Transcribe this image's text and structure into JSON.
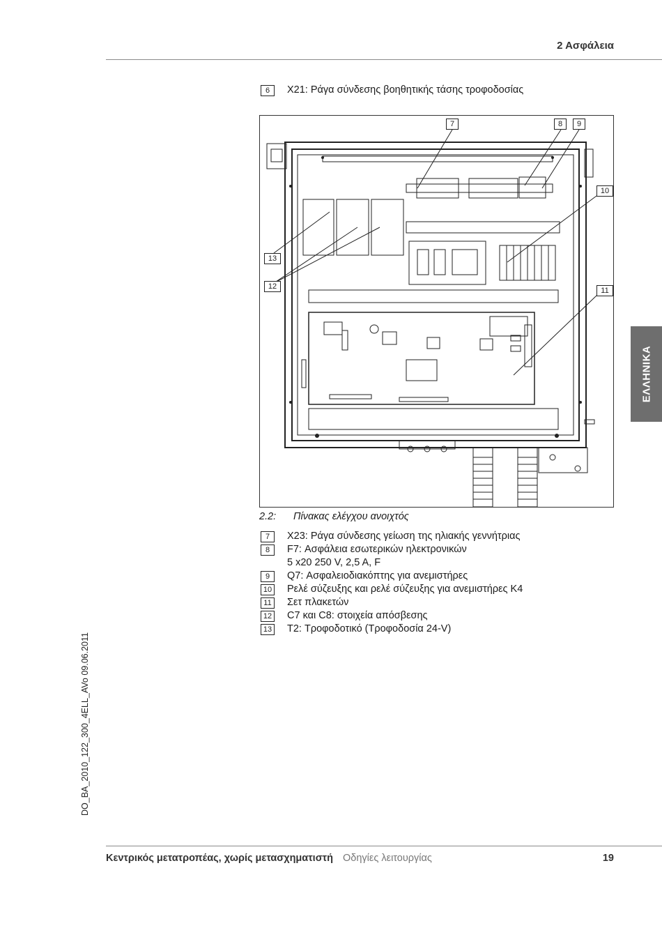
{
  "header": {
    "section": "2 Ασφάλεια"
  },
  "side_tab": {
    "label": "ΕΛΛΗΝΙΚΑ"
  },
  "doc_code": "DO_BA_2010_122_300_4ELL_AVo   09.06.2011",
  "top_item": {
    "num": "6",
    "text": "X21: Ράγα σύνδεσης βοηθητικής τάσης τροφοδοσίας"
  },
  "figure": {
    "labels": [
      "7",
      "8",
      "9",
      "10",
      "11",
      "12",
      "13"
    ],
    "caption_num": "2.2:",
    "caption_text": "Πίνακας ελέγχου ανοιχτός"
  },
  "legend": [
    {
      "num": "7",
      "text": "X23: Ράγα σύνδεσης γείωση της ηλιακής γεννήτριας"
    },
    {
      "num": "8",
      "text": "F7: Ασφάλεια εσωτερικών ηλεκτρονικών",
      "text2": "5 x20 250 V, 2,5 A, F"
    },
    {
      "num": "9",
      "text": "Q7: Ασφαλειοδιακόπτης για ανεμιστήρες"
    },
    {
      "num": "10",
      "text": "Ρελέ σύζευξης και ρελέ σύζευξης για ανεμιστήρες K4"
    },
    {
      "num": "11",
      "text": "Σετ πλακετών"
    },
    {
      "num": "12",
      "text": "C7 και C8: στοιχεία απόσβεσης"
    },
    {
      "num": "13",
      "text": "T2: Τροφοδοτικό (Τροφοδοσία 24-V)"
    }
  ],
  "footer": {
    "title": "Κεντρικός μετατροπέας, χωρίς μετασχηματιστή",
    "subtitle": "Οδηγίες λειτουργίας",
    "page": "19"
  }
}
